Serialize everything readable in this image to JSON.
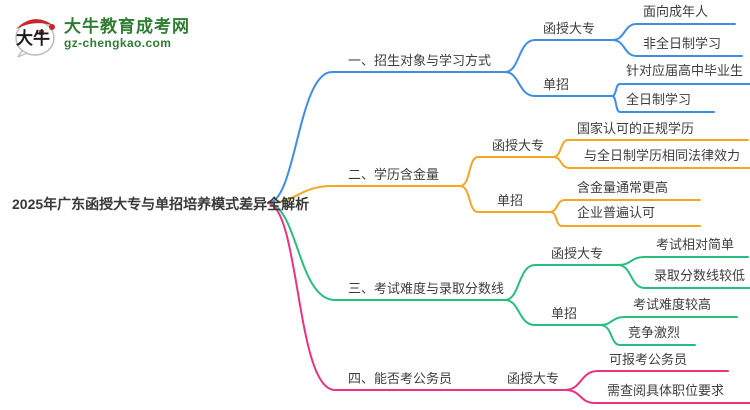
{
  "logo": {
    "badge_text": "大牛",
    "site_name": "大牛教育成考网",
    "site_url": "gz-chengkao.com",
    "brand_green": "#2e7d32",
    "seal_red": "#c9252c"
  },
  "root": {
    "title": "2025年广东函授大专与单招培养模式差异全解析"
  },
  "colors": {
    "branch1": "#3e8ee6",
    "branch2": "#f5a623",
    "branch3": "#28be7d",
    "branch4": "#ec3181"
  },
  "branches": [
    {
      "label": "一、招生对象与学习方式",
      "color": "#3e8ee6",
      "children": [
        {
          "label": "函授大专",
          "children": [
            {
              "label": "面向成年人"
            },
            {
              "label": "非全日制学习"
            }
          ]
        },
        {
          "label": "单招",
          "children": [
            {
              "label": "针对应届高中毕业生"
            },
            {
              "label": "全日制学习"
            }
          ]
        }
      ]
    },
    {
      "label": "二、学历含金量",
      "color": "#f5a623",
      "children": [
        {
          "label": "函授大专",
          "children": [
            {
              "label": "国家认可的正规学历"
            },
            {
              "label": "与全日制学历相同法律效力"
            }
          ]
        },
        {
          "label": "单招",
          "children": [
            {
              "label": "含金量通常更高"
            },
            {
              "label": "企业普遍认可"
            }
          ]
        }
      ]
    },
    {
      "label": "三、考试难度与录取分数线",
      "color": "#28be7d",
      "children": [
        {
          "label": "函授大专",
          "children": [
            {
              "label": "考试相对简单"
            },
            {
              "label": "录取分数线较低"
            }
          ]
        },
        {
          "label": "单招",
          "children": [
            {
              "label": "考试难度较高"
            },
            {
              "label": "竞争激烈"
            }
          ]
        }
      ]
    },
    {
      "label": "四、能否考公务员",
      "color": "#ec3181",
      "children": [
        {
          "label": "函授大专",
          "children": [
            {
              "label": "可报考公务员"
            },
            {
              "label": "需查阅具体职位要求"
            }
          ]
        }
      ]
    }
  ]
}
